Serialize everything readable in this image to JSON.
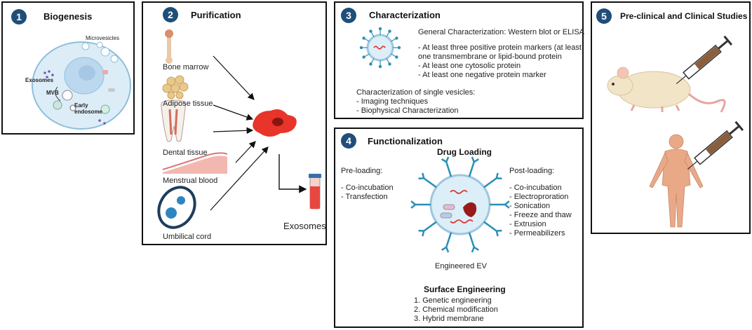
{
  "panel1": {
    "number": "1",
    "title": "Biogenesis",
    "labels": {
      "microvesicles": "Microvesicles",
      "exosomes": "Exosomes",
      "mvb": "MVB",
      "early_endosome": "Early endosome"
    }
  },
  "panel2": {
    "number": "2",
    "title": "Purification",
    "sources": [
      "Bone marrow",
      "Adipose tissue",
      "Dental tissue",
      "Menstrual blood",
      "Umbilical cord"
    ],
    "output_label": "Exosomes"
  },
  "panel3": {
    "number": "3",
    "title": "Characterization",
    "general_heading": "General Characterization: Western blot or ELISA",
    "general_items": [
      "- At least three positive protein markers (at least",
      "one transmembrane or lipid-bound protein",
      "- At least one cytosolic protein",
      "- At least one negative protein marker"
    ],
    "single_heading": "Characterization of single vesicles:",
    "single_items": [
      "- Imaging techniques",
      "- Biophysical Characterization"
    ]
  },
  "panel4": {
    "number": "4",
    "title": "Functionalization",
    "drug_loading": "Drug Loading",
    "pre_heading": "Pre-loading:",
    "pre_items": [
      "- Co-incubation",
      "- Transfection"
    ],
    "post_heading": "Post-loading:",
    "post_items": [
      "- Co-incubation",
      "- Electroproration",
      "- Sonication",
      "- Freeze and thaw",
      "- Extrusion",
      "- Permeabilizers"
    ],
    "ev_label": "Engineered EV",
    "surface_heading": "Surface Engineering",
    "surface_items": [
      "1. Genetic engineering",
      "2. Chemical modification",
      "3. Hybrid membrane"
    ]
  },
  "panel5": {
    "number": "5",
    "title": "Pre-clinical and Clinical Studies"
  },
  "colors": {
    "badge": "#1f4e79",
    "vesicle_spike": "#2a8fb8",
    "cell": "#d9ecf7",
    "red_cell": "#e8342a"
  }
}
